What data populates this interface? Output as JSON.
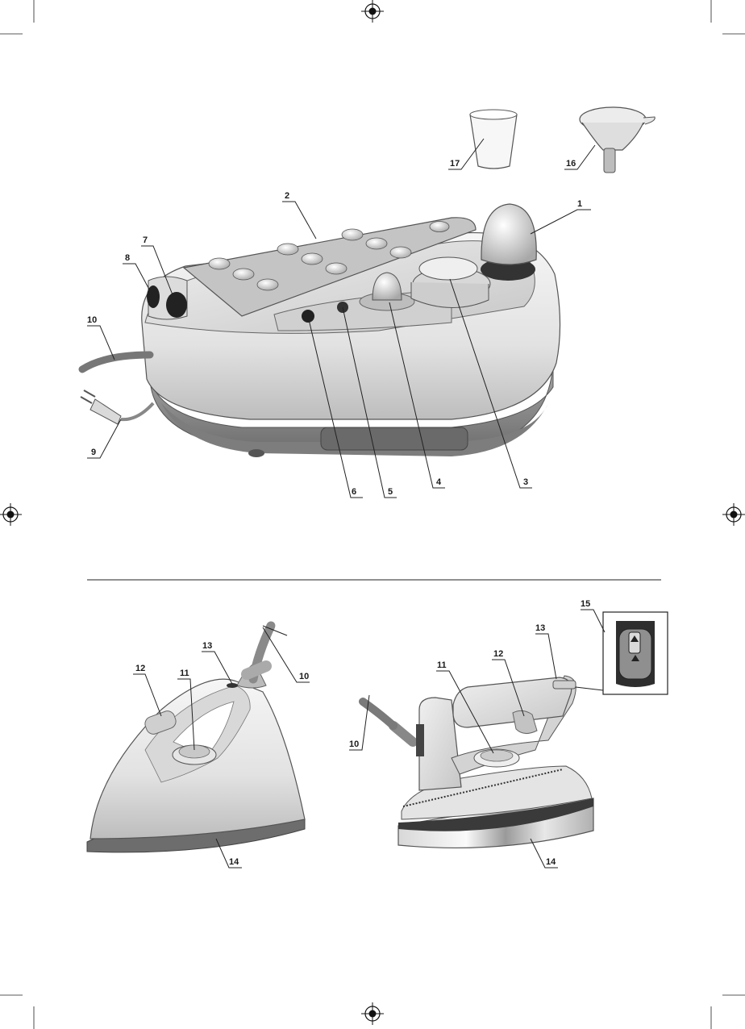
{
  "callouts": {
    "c1": "1",
    "c2": "2",
    "c3": "3",
    "c4": "4",
    "c5": "5",
    "c6": "6",
    "c7": "7",
    "c8": "8",
    "c9": "9",
    "c10_top": "10",
    "c16": "16",
    "c17": "17",
    "c12_left": "12",
    "c11_left": "11",
    "c13_left": "13",
    "c10_left": "10",
    "c14_left": "14",
    "c15": "15",
    "c13_right": "13",
    "c12_right": "12",
    "c11_right": "11",
    "c10_right": "10",
    "c14_right": "14"
  },
  "colors": {
    "body_light": "#eeeeee",
    "body_mid": "#cfcfcf",
    "base_dark": "#8a8a8a",
    "outline": "#5a5a5a"
  }
}
